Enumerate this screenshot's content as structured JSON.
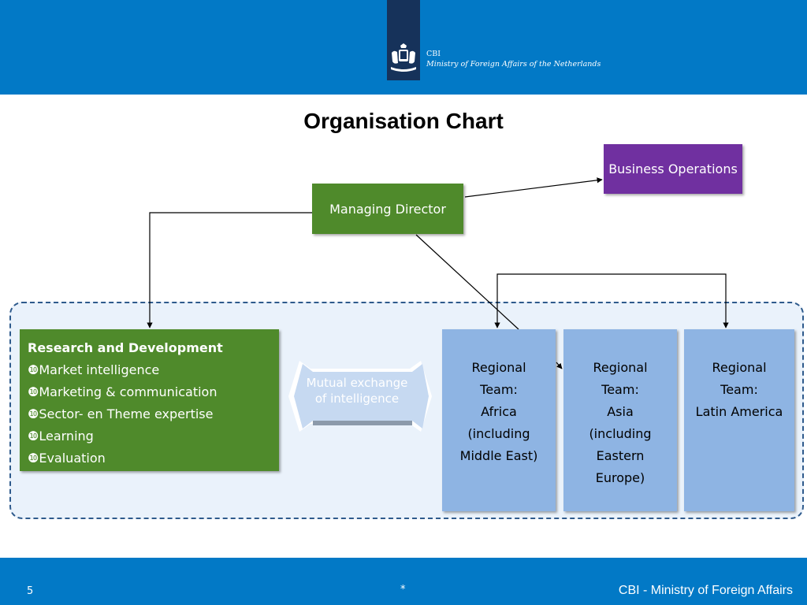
{
  "header": {
    "brand_short": "CBI",
    "brand_full": "Ministry of Foreign Affairs of the Netherlands"
  },
  "title": "Organisation Chart",
  "nodes": {
    "business_operations": "Business Operations",
    "managing_director": "Managing Director",
    "research": {
      "heading": "Research and Development",
      "bullet": "❿",
      "items": [
        "Market intelligence",
        "Marketing & communication",
        "Sector- en Theme expertise",
        "Learning",
        "Evaluation"
      ]
    },
    "exchange": "Mutual exchange of intelligence",
    "regions": [
      [
        "Regional",
        "Team:",
        "Africa",
        "(including",
        "Middle East)"
      ],
      [
        "Regional",
        "Team:",
        "Asia",
        "(including",
        "Eastern",
        "Europe)"
      ],
      [
        "Regional",
        "Team:",
        "Latin America"
      ]
    ]
  },
  "footer": {
    "page_number": "5",
    "center": "*",
    "right": "CBI - Ministry of Foreign Affairs"
  },
  "colors": {
    "header_blue": "#0279c6",
    "logo_navy": "#16325a",
    "green": "#4f8a2b",
    "purple": "#7030a0",
    "region_blue": "#8eb4e3",
    "container_fill": "#eaf2fb",
    "container_border": "#2e5a8c",
    "exchange_arrow": "#c6d9f1"
  }
}
